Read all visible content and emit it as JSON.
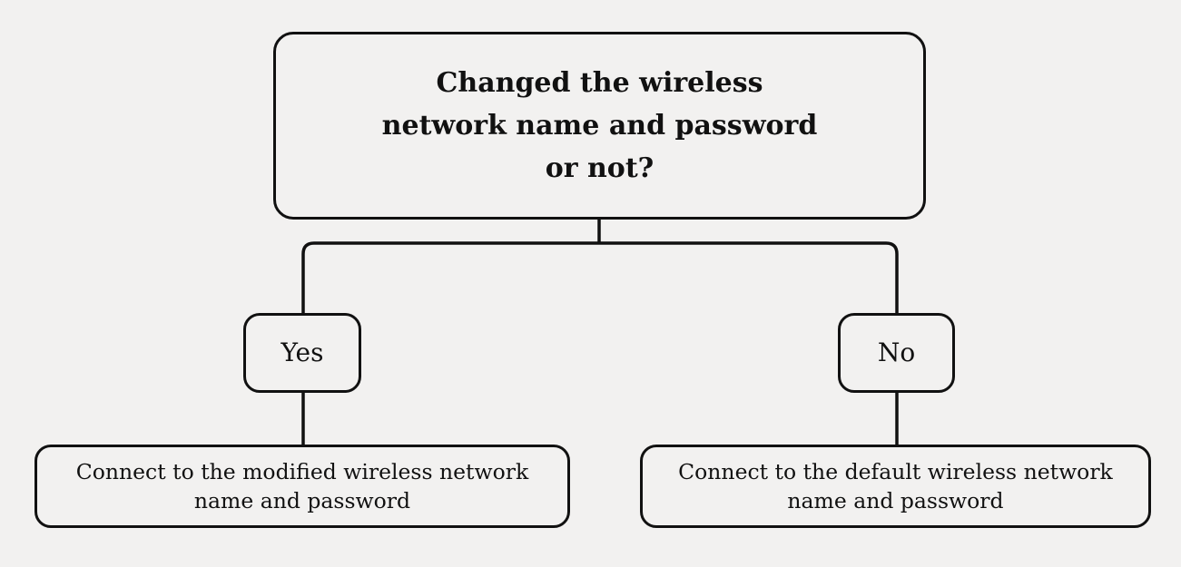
{
  "page": {
    "background_color": "#f2f1f0",
    "stroke_color": "#111111",
    "text_color": "#111111"
  },
  "flowchart": {
    "decision": {
      "text": "Changed the wireless network name and password or not?",
      "lines": [
        "Changed the wireless",
        "network name and password",
        "or not?"
      ]
    },
    "branches": [
      {
        "label": "Yes",
        "result_text": "Connect to the modified wireless network name and password",
        "result_lines": [
          "Connect to the modified wireless network",
          "name and password"
        ]
      },
      {
        "label": "No",
        "result_text": "Connect to the default wireless network name and password",
        "result_lines": [
          "Connect to the default wireless network",
          "name and password"
        ]
      }
    ]
  }
}
